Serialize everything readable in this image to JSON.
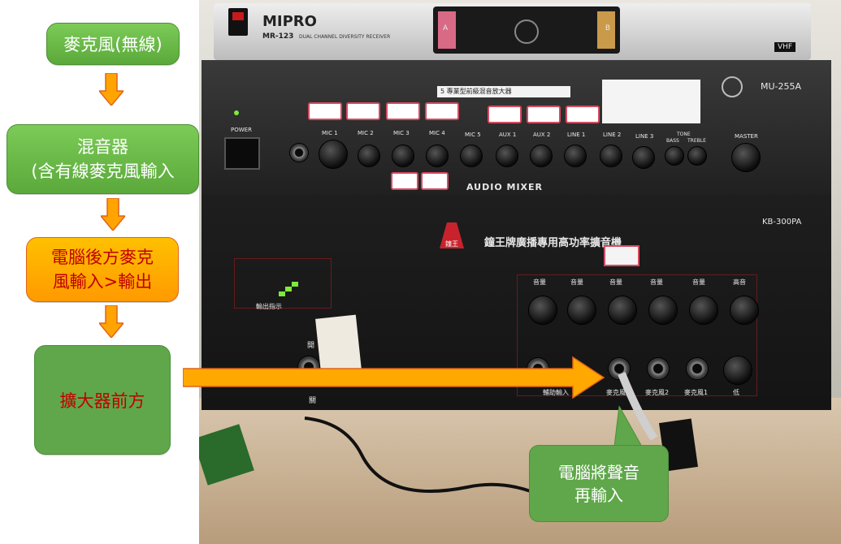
{
  "flow": {
    "step1": "麥克風(無線)",
    "step2_line1": "混音器",
    "step2_line2": "(含有線麥克風輸入",
    "step3_line1": "電腦後方麥克",
    "step3_line2": "風輸入>輸出",
    "step4": "擴大器前方"
  },
  "callout": {
    "line1": "電腦將聲音",
    "line2": "再輸入"
  },
  "receiver": {
    "brand": "MIPRO",
    "model": "MR-123",
    "desc": "DUAL CHANNEL DIVERSITY RECEIVER",
    "band": "VHF",
    "ch_a": "A",
    "ch_b": "B"
  },
  "mixer": {
    "brand": "MU-255A",
    "title": "AUDIO MIXER",
    "power": "POWER",
    "label_tag": "5 專業型前級混音放大器",
    "channels": [
      "MIC 1",
      "MIC 2",
      "MIC 3",
      "MIC 4",
      "MIC 5",
      "AUX 1",
      "AUX 2",
      "LINE 1",
      "LINE 2",
      "LINE 3",
      "BASS",
      "TREBLE",
      "MASTER"
    ],
    "tone": "TONE"
  },
  "amp": {
    "model": "KB-300PA",
    "title": "鐘王牌廣播專用高功率擴音機",
    "logo": "鐘王",
    "output_indicator": "輸出指示",
    "volume_labels": [
      "音量",
      "音量",
      "音量",
      "音量",
      "音量",
      "高音"
    ],
    "input_labels": [
      "輔助輸入",
      "麥克風3",
      "麥克風2",
      "麥克風1",
      "低"
    ],
    "power_switch": "開",
    "power_off": "關"
  },
  "colors": {
    "green_box": "#5aa93a",
    "orange_box": "#ffb000",
    "arrow_orange": "#ff9e00",
    "text_red": "#c00000"
  }
}
